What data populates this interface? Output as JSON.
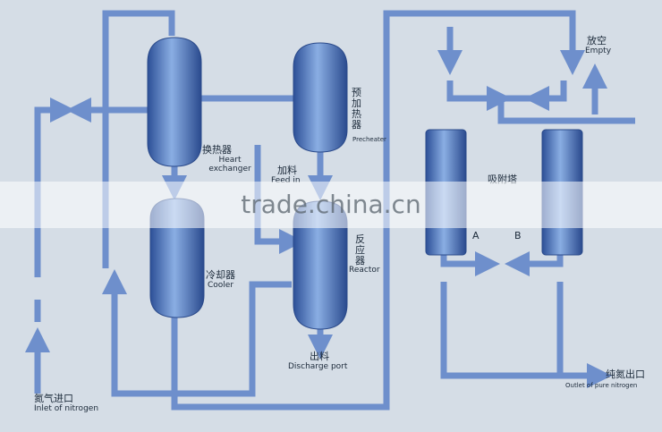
{
  "labels": {
    "heat_exchanger_zh": "换热器",
    "heat_exchanger_en": "Heart exchanger",
    "preheater_zh": "预加热器",
    "preheater_en": "Precheater",
    "feed_zh": "加料",
    "feed_en": "Feed in",
    "reactor_zh": "反应器",
    "reactor_en": "Reactor",
    "cooler_zh": "冷却器",
    "cooler_en": "Cooler",
    "discharge_zh": "出料",
    "discharge_en": "Discharge port",
    "nitrogen_in_zh": "氮气进口",
    "nitrogen_in_en": "Inlet of nitrogen",
    "adsorption_tower_zh": "吸附塔",
    "tower_a": "A",
    "tower_b": "B",
    "empty_zh": "放空",
    "empty_en": "Empty",
    "pure_nitrogen_zh": "纯氮出口",
    "pure_nitrogen_en": "Outlet of pure nitrogen"
  },
  "watermark": "trade.china.cn",
  "colors": {
    "background": "#d5dde6",
    "pipe": "#6e8fcc",
    "vessel": "#3a62ad",
    "vessel_light": "#88a9dd",
    "text": "#1c2a3a"
  }
}
